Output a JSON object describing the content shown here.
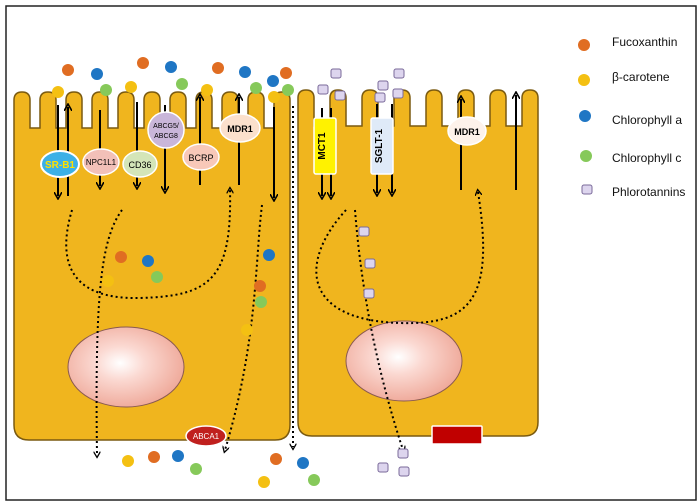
{
  "legend": {
    "fucoxanthin": {
      "label": "Fucoxanthin",
      "color": "#e06d22"
    },
    "beta_carotene": {
      "label": "β-carotene",
      "color": "#f4c012"
    },
    "chlorophyll_a": {
      "label": "Chlorophyll a",
      "color": "#1f76c4"
    },
    "chlorophyll_c": {
      "label": "Chlorophyll c",
      "color": "#86c95a"
    },
    "phlorotannins": {
      "label": "Phlorotannins",
      "color": "#ddd5ee"
    }
  },
  "transporters": {
    "sr_b1": "SR-B1",
    "npc1l1": "NPC1L1",
    "cd36": "CD36",
    "abcg5_abcg8_line1": "ABCG5/",
    "abcg5_abcg8_line2": "ABCG8",
    "bcrp": "BCRP",
    "mdr1_left": "MDR1",
    "mct1": "MCT1",
    "sglt1": "SGLT-1",
    "mdr1_right": "MDR1",
    "abca1": "ABCA1"
  },
  "colors": {
    "cell_fill": "#f0b51e",
    "cell_stroke": "#7a5a10",
    "nucleus": "#f4b8ad",
    "red_box": "#c00000",
    "sr_b1_fill": "#3cb0e6",
    "sr_b1_text": "#ffe000",
    "mct1_fill": "#fff200",
    "sglt1_fill": "#dfeaf8",
    "abca1_fill": "#c0201e"
  }
}
